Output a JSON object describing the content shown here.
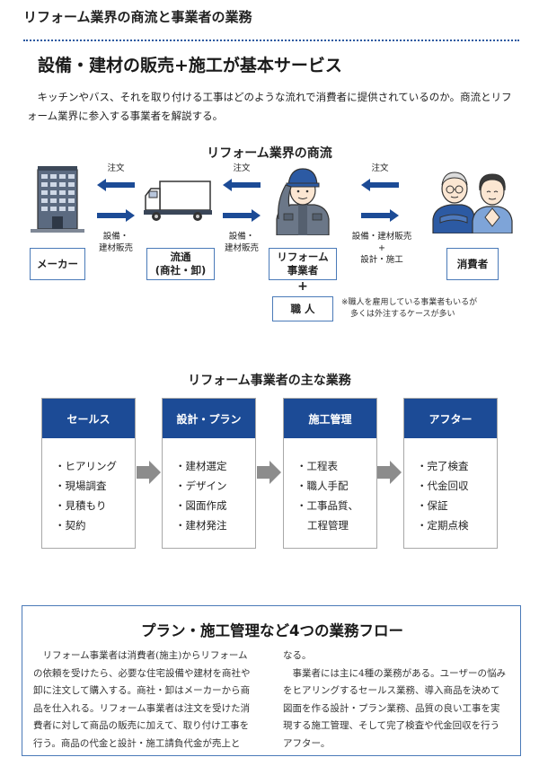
{
  "header": {
    "section_label": "リフォーム業界の商流と事業者の業務",
    "title": "設備・建材の販売+施工が基本サービス"
  },
  "intro": "キッチンやバス、それを取り付ける工事はどのような流れで消費者に提供されているのか。商流とリフォーム業界に参入する事業者を解説する。",
  "flow": {
    "title": "リフォーム業界の商流",
    "entities": {
      "maker": "メーカー",
      "distribution_line1": "流通",
      "distribution_line2": "(商社・卸)",
      "reform_line1": "リフォーム",
      "reform_line2": "事業者",
      "consumer": "消費者",
      "craftsman": "職 人"
    },
    "order_label": "注文",
    "supply_line1": "設備・",
    "supply_line2": "建材販売",
    "consumer_line1": "設備・建材販売",
    "consumer_line2": "+",
    "consumer_line3": "設計・施工",
    "plus": "+",
    "note_line1": "※職人を雇用している事業者もいるが",
    "note_line2": "多くは外注するケースが多い",
    "colors": {
      "arrow": "#1c4b96",
      "box_border": "#4a7ab8"
    }
  },
  "business": {
    "title": "リフォーム事業者の主な業務",
    "stages": [
      {
        "name": "セールス",
        "items": [
          "・ヒアリング",
          "・現場調査",
          "・見積もり",
          "・契約"
        ]
      },
      {
        "name": "設計・プラン",
        "items": [
          "・建材選定",
          "・デザイン",
          "・図面作成",
          "・建材発注"
        ]
      },
      {
        "name": "施工管理",
        "items": [
          "・工程表",
          "・職人手配",
          "・工事品質、",
          "工程管理"
        ]
      },
      {
        "name": "アフター",
        "items": [
          "・完了検査",
          "・代金回収",
          "・保証",
          "・定期点検"
        ]
      }
    ],
    "colors": {
      "header": "#1c4b96",
      "arrow": "#8c8c8c"
    }
  },
  "article": {
    "title": "プラン・施工管理など4つの業務フロー",
    "col1_p1": "リフォーム事業者は消費者(施主)からリフォームの依頼を受けたら、必要な住宅設備や建材を商社や卸に注文して購入する。商社・卸はメーカーから商品を仕入れる。リフォーム事業者は注文を受けた消費者に対して商品の販売に加えて、取り付け工事を行う。商品の代金と設計・施工請負代金が売上と",
    "col2_cont": "なる。",
    "col2_p2": "事業者には主に4種の業務がある。ユーザーの悩みをヒアリングするセールス業務、導入商品を決めて図面を作る設計・プラン業務、品質の良い工事を実現する施工管理、そして完了検査や代金回収を行うアフター。"
  },
  "icons": [
    "building-icon",
    "truck-icon",
    "worker-icon",
    "elderly-couple-icon"
  ]
}
